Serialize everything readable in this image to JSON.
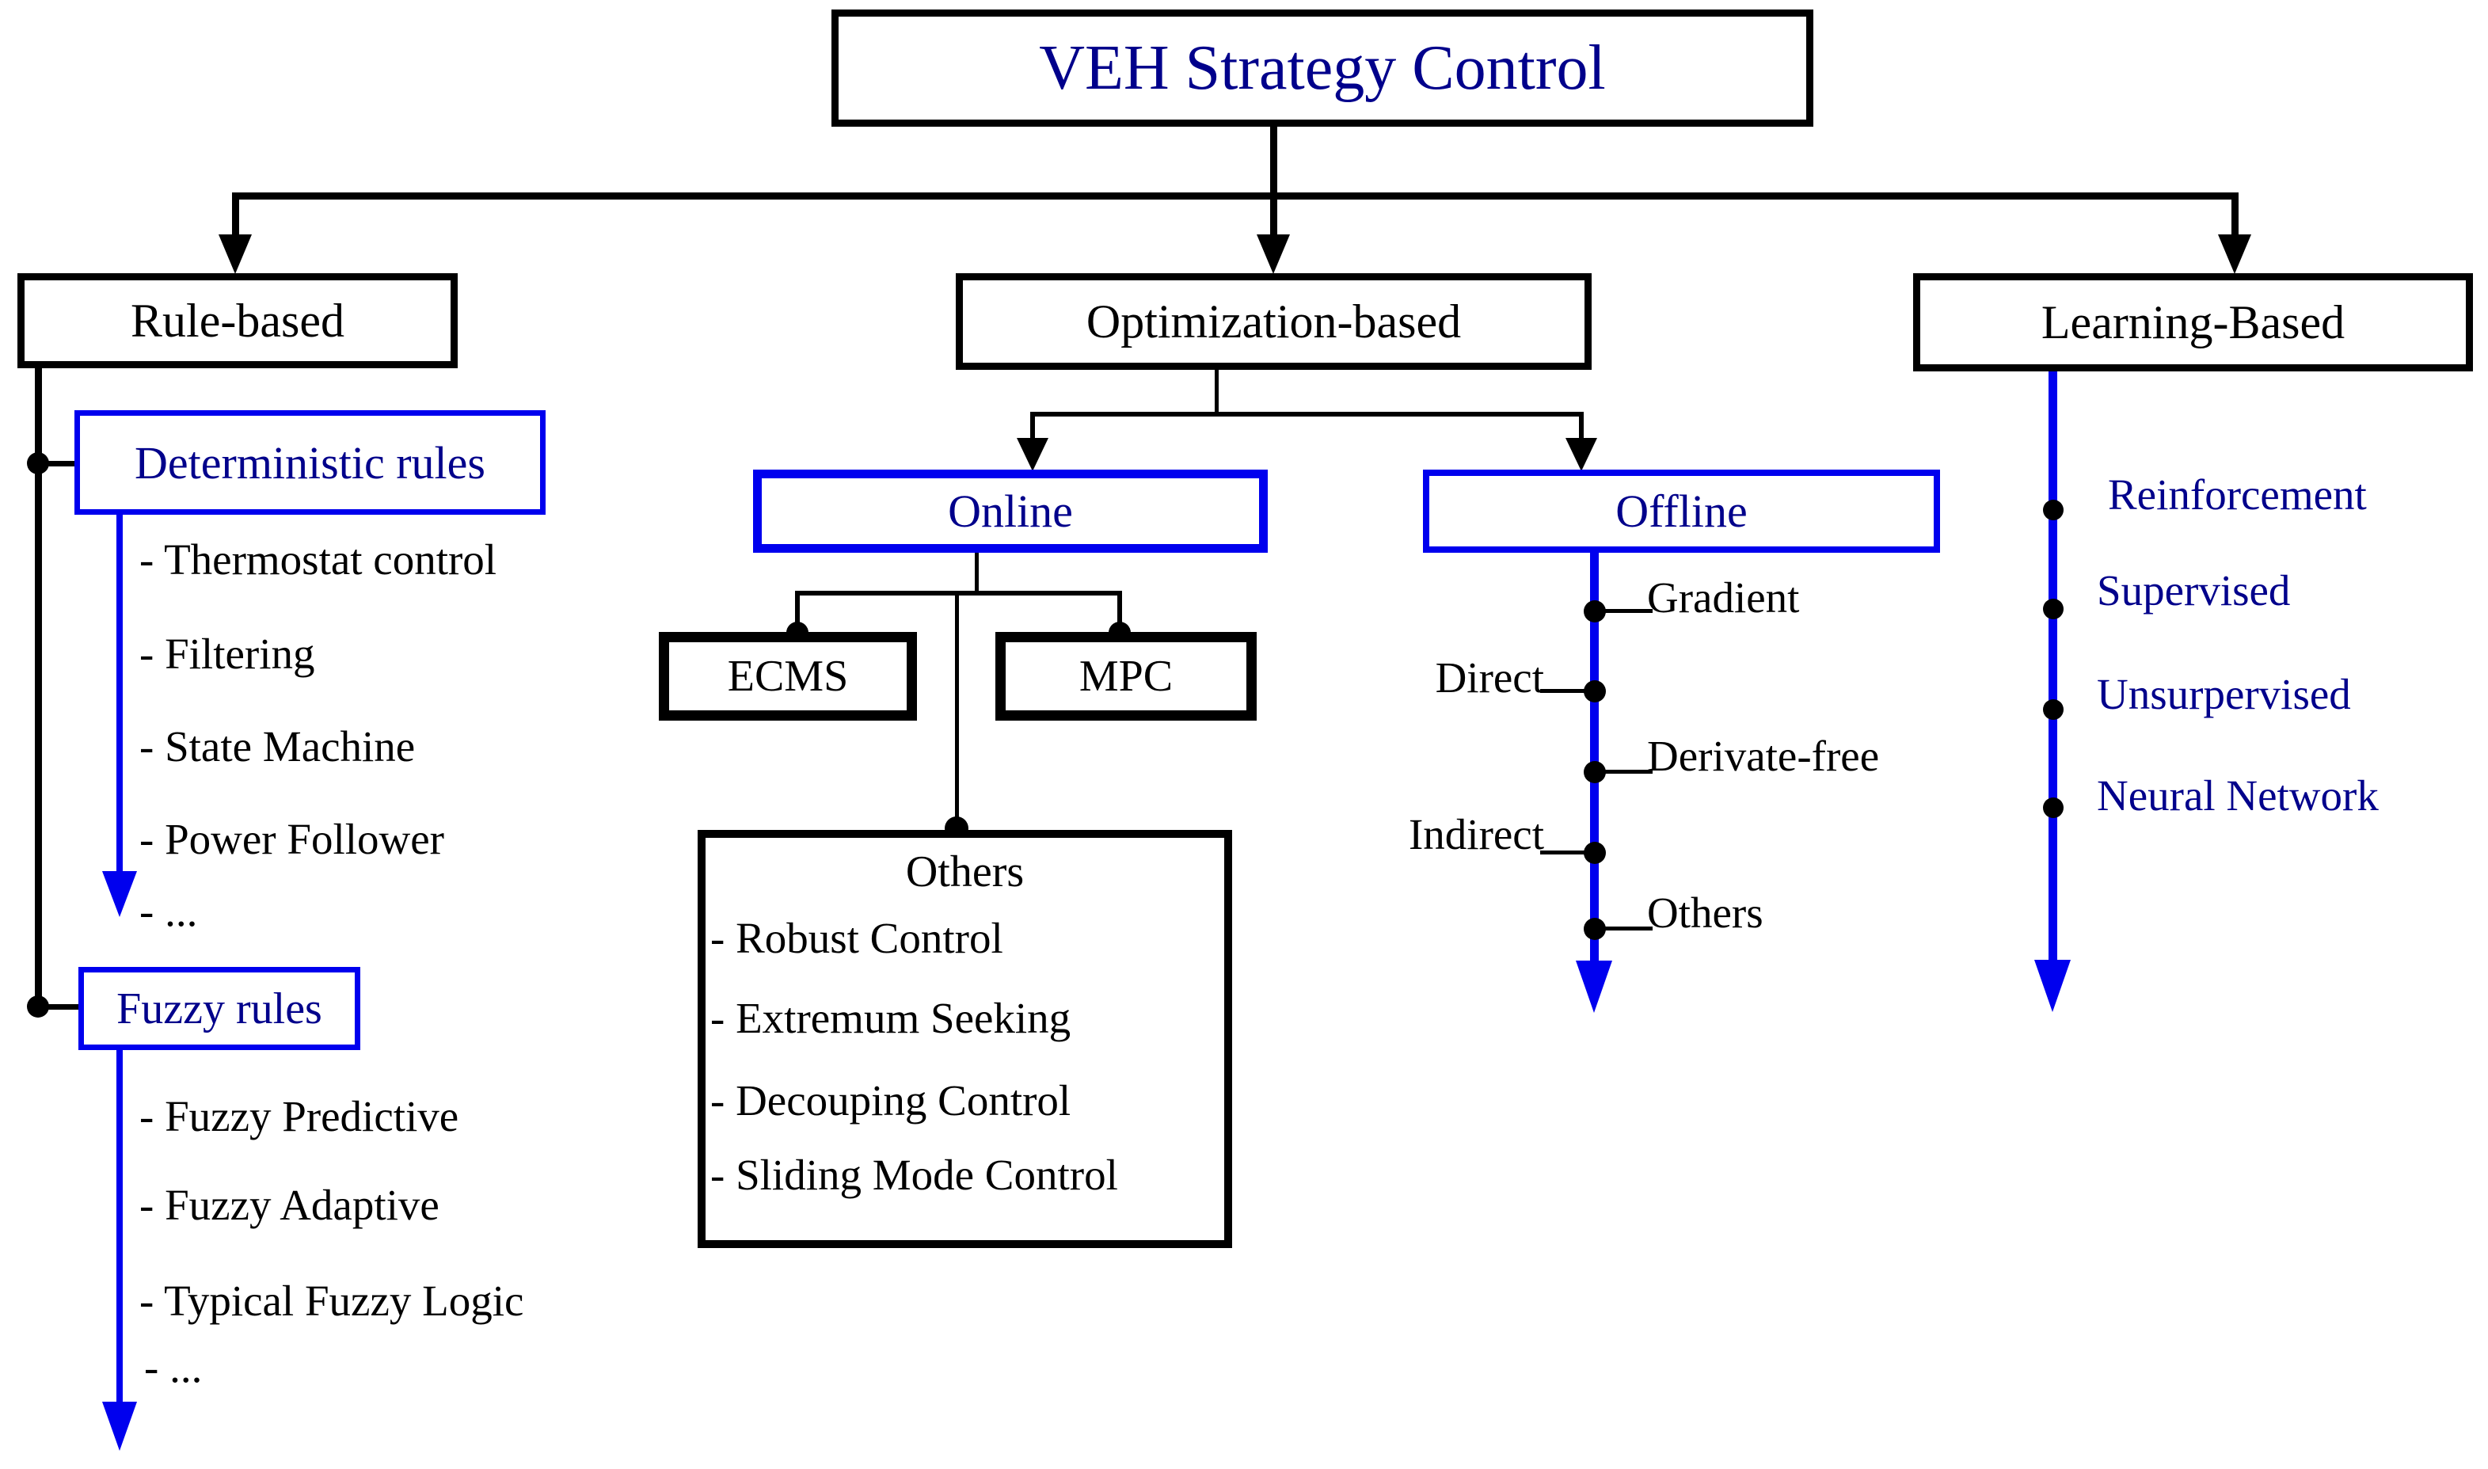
{
  "colors": {
    "line_blue": "#0000ee",
    "text_navy": "#00008b",
    "line_black": "#000000"
  },
  "root": {
    "title": "VEH Strategy Control"
  },
  "rule": {
    "label": "Rule-based",
    "deterministic": {
      "label": "Deterministic rules",
      "items": [
        "- Thermostat control",
        "- Filtering",
        "- State Machine",
        "- Power Follower",
        "- ..."
      ]
    },
    "fuzzy": {
      "label": "Fuzzy rules",
      "items": [
        "- Fuzzy Predictive",
        "- Fuzzy Adaptive",
        "- Typical Fuzzy Logic",
        "- ..."
      ]
    }
  },
  "optimization": {
    "label": "Optimization-based",
    "online": {
      "label": "Online",
      "ecms": "ECMS",
      "mpc": "MPC",
      "others": {
        "title": "Others",
        "items": [
          "- Robust Control",
          "- Extremum Seeking",
          "- Decouping Control",
          "- Sliding Mode Control"
        ]
      }
    },
    "offline": {
      "label": "Offline",
      "items": [
        {
          "label": "Gradient",
          "side": "right"
        },
        {
          "label": "Direct",
          "side": "left"
        },
        {
          "label": "Derivate-free",
          "side": "right"
        },
        {
          "label": "Indirect",
          "side": "left"
        },
        {
          "label": "Others",
          "side": "right"
        }
      ]
    }
  },
  "learning": {
    "label": "Learning-Based",
    "items": [
      "Reinforcement",
      "Supervised",
      "Unsurpervised",
      "Neural Network"
    ]
  }
}
